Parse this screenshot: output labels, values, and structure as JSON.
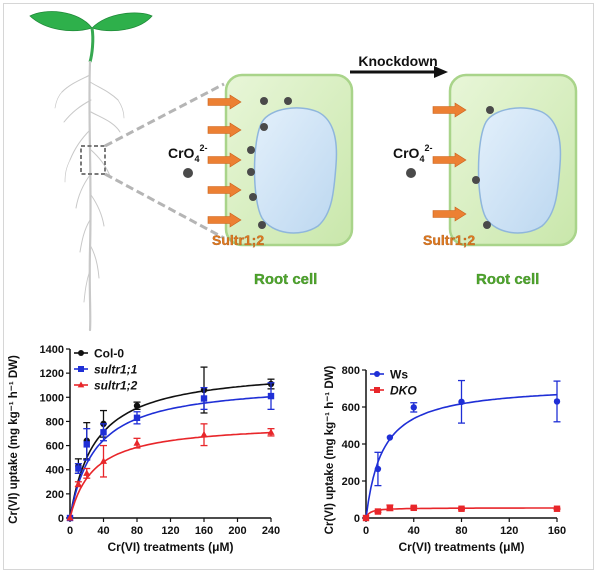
{
  "diagram": {
    "knockdown_label": "Knockdown",
    "ion_label": "CrO",
    "ion_subscript": "4",
    "ion_superscript": "2-",
    "transporter_label": "Sultr1;2",
    "cell_label": "Root cell",
    "colors": {
      "cell_fill": "#d8efc0",
      "cell_stroke": "#a9d48a",
      "nucleus_fill": "#cfe3f6",
      "nucleus_stroke": "#8fb6dc",
      "arrow": "#ec8033",
      "transporter_text": "#e07a1f",
      "cell_label_text": "#4fa52c",
      "leaf": "#2eb04b",
      "particle": "#4a4a4a"
    }
  },
  "chart_data": [
    {
      "type": "scatter",
      "xlabel": "Cr(VI) treatments (μM)",
      "ylabel": "Cr(VI) uptake (mg kg⁻¹ h⁻¹ DW)",
      "xlim": [
        0,
        240
      ],
      "ylim": [
        0,
        1400
      ],
      "xticks": [
        0,
        40,
        80,
        120,
        160,
        200,
        240
      ],
      "yticks": [
        0,
        200,
        400,
        600,
        800,
        1000,
        1200,
        1400
      ],
      "legend_position": "top-left",
      "grid": false,
      "series": [
        {
          "name": "Col-0",
          "color": "#111111",
          "marker": "circle",
          "italic": false,
          "x": [
            0,
            10,
            20,
            40,
            80,
            160,
            240
          ],
          "y": [
            0,
            430,
            640,
            780,
            930,
            1060,
            1110
          ],
          "err": [
            0,
            60,
            150,
            110,
            30,
            190,
            40
          ],
          "fit": {
            "vmax": 1250,
            "km": 30
          }
        },
        {
          "name": "sultr1;1",
          "color": "#1f2fd6",
          "marker": "square",
          "italic": true,
          "x": [
            0,
            10,
            20,
            40,
            80,
            160,
            240
          ],
          "y": [
            0,
            410,
            610,
            710,
            830,
            990,
            1010
          ],
          "err": [
            0,
            40,
            130,
            70,
            50,
            90,
            110
          ],
          "fit": {
            "vmax": 1130,
            "km": 30
          }
        },
        {
          "name": "sultr1;2",
          "color": "#e8262a",
          "marker": "triangle",
          "italic": true,
          "x": [
            0,
            10,
            20,
            40,
            80,
            160,
            240
          ],
          "y": [
            0,
            280,
            370,
            470,
            620,
            690,
            710
          ],
          "err": [
            0,
            20,
            40,
            130,
            40,
            90,
            30
          ],
          "fit": {
            "vmax": 790,
            "km": 28
          }
        }
      ]
    },
    {
      "type": "scatter",
      "xlabel": "Cr(VI) treatments (μM)",
      "ylabel": "Cr(VI) uptake (mg kg⁻¹ h⁻¹ DW)",
      "xlim": [
        0,
        160
      ],
      "ylim": [
        0,
        800
      ],
      "xticks": [
        0,
        40,
        80,
        120,
        160
      ],
      "yticks": [
        0,
        200,
        400,
        600,
        800
      ],
      "legend_position": "top-left",
      "grid": false,
      "series": [
        {
          "name": "Ws",
          "color": "#1f2fd6",
          "marker": "circle",
          "italic": false,
          "x": [
            0,
            10,
            20,
            40,
            80,
            160
          ],
          "y": [
            0,
            265,
            435,
            598,
            628,
            630
          ],
          "err": [
            0,
            90,
            0,
            25,
            115,
            110
          ],
          "fit": {
            "vmax": 725,
            "km": 14
          }
        },
        {
          "name": "DKO",
          "color": "#e8262a",
          "marker": "square",
          "italic": true,
          "x": [
            0,
            10,
            20,
            40,
            80,
            160
          ],
          "y": [
            0,
            35,
            55,
            55,
            50,
            50
          ],
          "err": [
            0,
            5,
            15,
            5,
            5,
            3
          ],
          "fit": {
            "vmax": 55,
            "km": 3
          }
        }
      ]
    }
  ]
}
